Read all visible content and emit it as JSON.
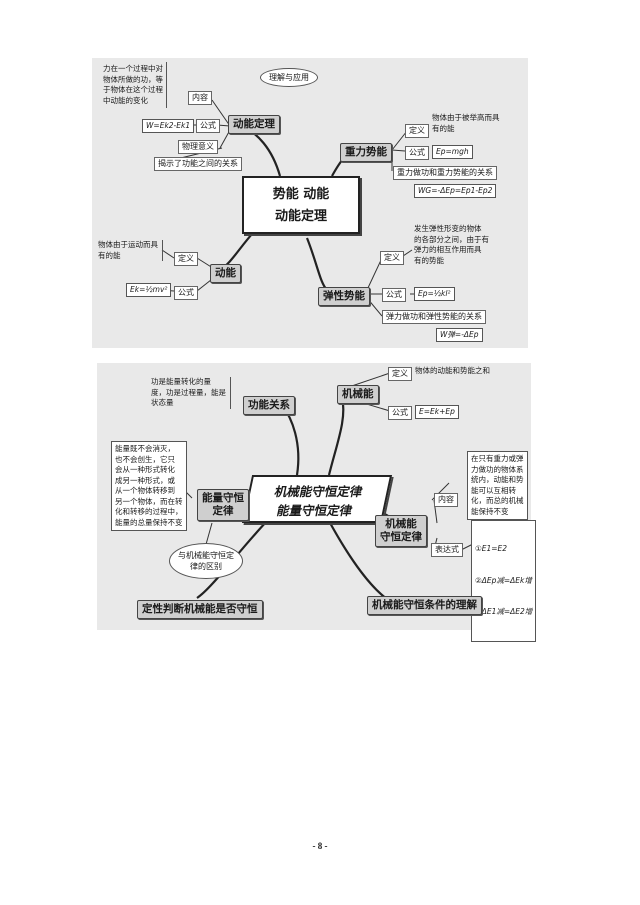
{
  "top_map": {
    "center_line1": "势能   动能",
    "center_line2": "动能定理",
    "kinetic_theorem": {
      "title": "动能定理",
      "content_label": "内容",
      "content_text": "力在一个过程中对\n物体所做的功，等\n于物体在这个过程\n中动能的变化",
      "formula_label": "公式",
      "formula": "W=Ek2-Ek1",
      "meaning_label": "物理意义",
      "meaning_text": "揭示了功能之间的关系",
      "cloud": "理解与应用"
    },
    "kinetic_energy": {
      "title": "动能",
      "def_label": "定义",
      "def_text": "物体由于运动而具\n有的能",
      "formula_label": "公式",
      "formula": "Ek=½mv²"
    },
    "gravity_pe": {
      "title": "重力势能",
      "def_label": "定义",
      "def_text": "物体由于被举高而具\n有的能",
      "formula_label": "公式",
      "formula": "Ep=mgh",
      "relation": "重力做功和重力势能的关系",
      "relation_formula": "WG=-ΔEp=Ep1-Ep2"
    },
    "elastic_pe": {
      "title": "弹性势能",
      "def_label": "定义",
      "def_text": "发生弹性形变的物体\n的各部分之间，由于有\n弹力的相互作用而具\n有的势能",
      "formula_label": "公式",
      "formula": "Ep=½kl²",
      "relation": "弹力做功和弹性势能的关系",
      "relation_formula": "W弹=-ΔEp"
    }
  },
  "bottom_map": {
    "center_line1": "机械能守恒定律",
    "center_line2": "能量守恒定律",
    "work_energy": {
      "title": "功能关系",
      "text": "功是能量转化的量\n度，功是过程量，能是\n状态量"
    },
    "mechanical_energy": {
      "title": "机械能",
      "def_label": "定义",
      "def_text": "物体的动能和势能之和",
      "formula_label": "公式",
      "formula": "E=Ek+Ep"
    },
    "energy_conservation": {
      "title_line1": "能量守恒",
      "title_line2": "定律",
      "text": "能量既不会消灭，\n也不会创生，它只\n会从一种形式转化\n成另一种形式，或\n从一个物体转移到\n另一个物体，而在转\n化和转移的过程中，\n能量的总量保持不变",
      "cloud": "与机械能守恒定\n律的区别"
    },
    "mech_conservation": {
      "title_line1": "机械能",
      "title_line2": "守恒定律",
      "content_label": "内容",
      "content_text": "在只有重力或弹\n力做功的物体系\n统内，动能和势\n能可以互相转\n化，而总的机械\n能保持不变",
      "expr_label": "表达式",
      "expr1": "①E1=E2",
      "expr2": "②ΔEp减=ΔEk增",
      "expr3": "③ΔE1减=ΔE2增"
    },
    "judge": "定性判断机械能是否守恒",
    "condition": "机械能守恒条件的理解"
  },
  "page_number": "- 8 -"
}
